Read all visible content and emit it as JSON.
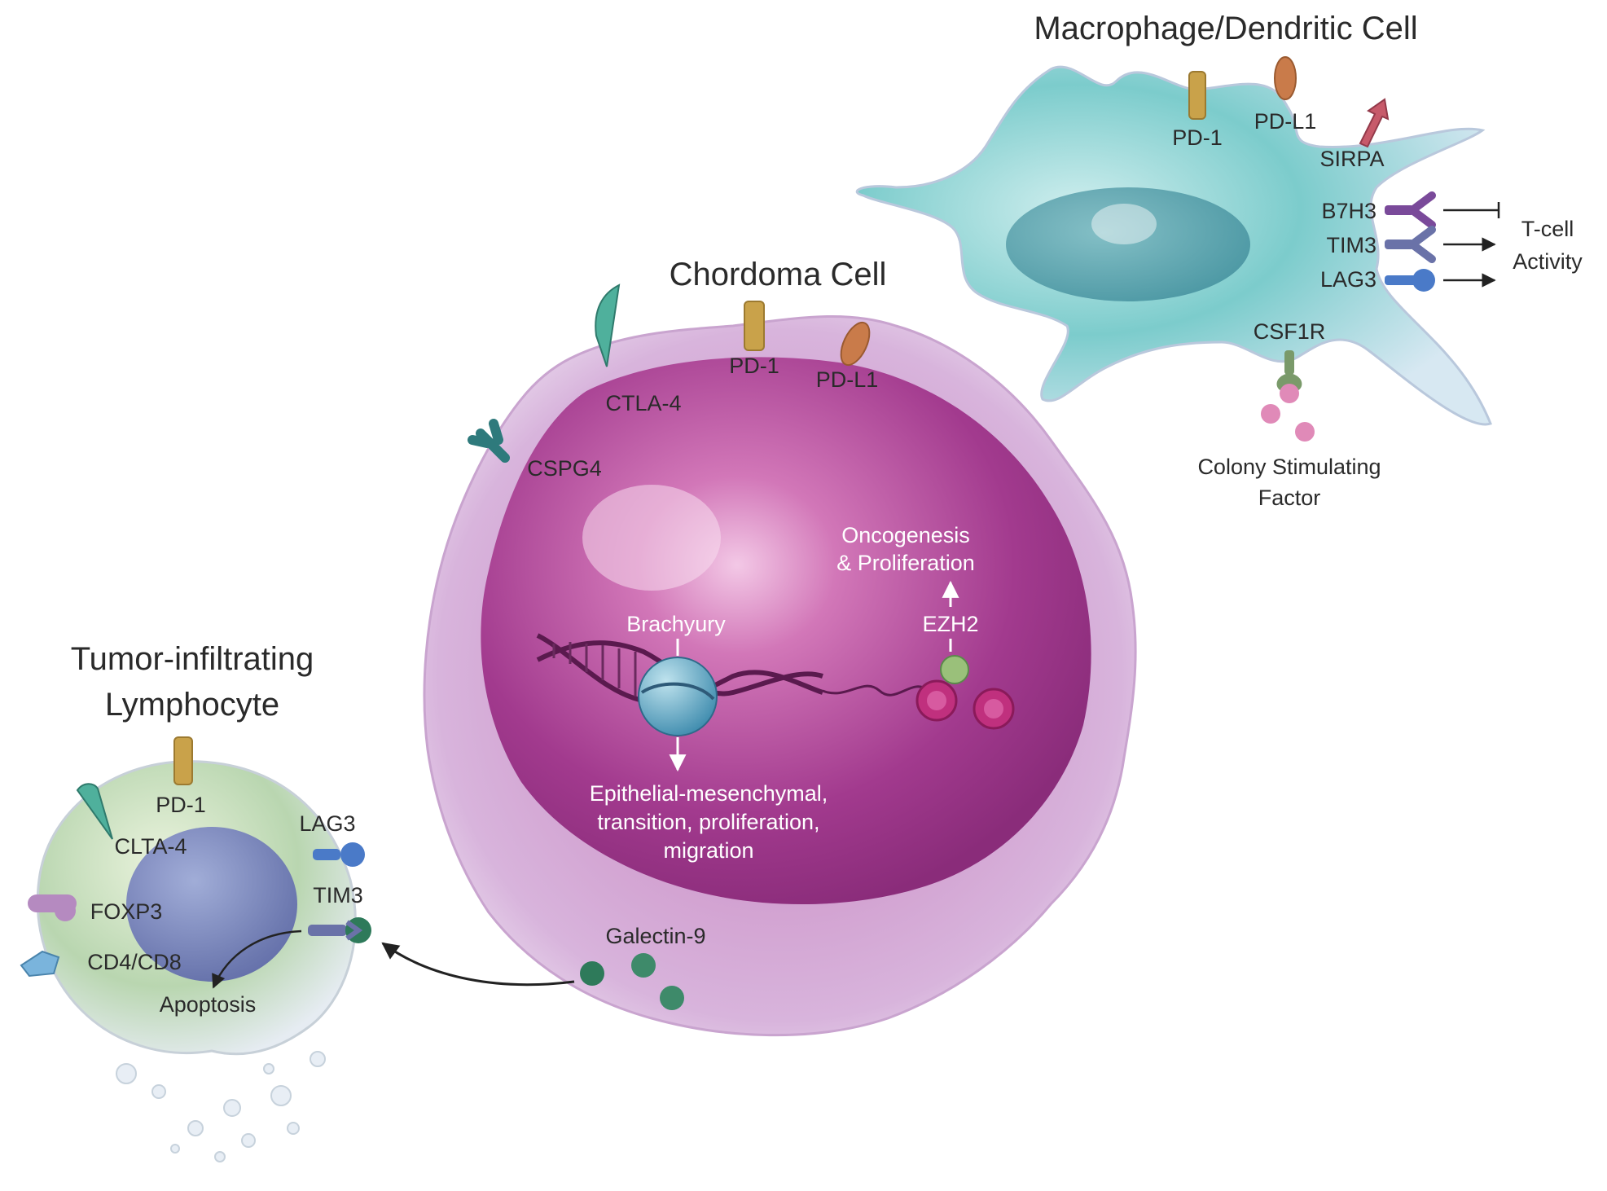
{
  "macrophage": {
    "title": "Macrophage/Dendritic Cell",
    "receptors": {
      "pd1": "PD-1",
      "pdl1": "PD-L1",
      "sirpa": "SIRPA",
      "b7h3": "B7H3",
      "tim3": "TIM3",
      "lag3": "LAG3",
      "csf1r": "CSF1R"
    },
    "tcell_line1": "T-cell",
    "tcell_line2": "Activity",
    "csf_line1": "Colony Stimulating",
    "csf_line2": "Factor"
  },
  "chordoma": {
    "title": "Chordoma Cell",
    "receptors": {
      "ctla4": "CTLA-4",
      "pd1": "PD-1",
      "pdl1": "PD-L1",
      "cspg4": "CSPG4"
    },
    "onco_line1": "Oncogenesis",
    "onco_line2": "& Proliferation",
    "ezh2": "EZH2",
    "brachyury": "Brachyury",
    "emt_line1": "Epithelial-mesenchymal,",
    "emt_line2": "transition, proliferation,",
    "emt_line3": "migration",
    "galectin": "Galectin-9"
  },
  "lymphocyte": {
    "title_line1": "Tumor-infiltrating",
    "title_line2": "Lymphocyte",
    "receptors": {
      "pd1": "PD-1",
      "clta4": "CLTA-4",
      "lag3": "LAG3",
      "tim3": "TIM3",
      "foxp3": "FOXP3",
      "cd4cd8": "CD4/CD8"
    },
    "apoptosis": "Apoptosis"
  },
  "colors": {
    "chordoma_body": "#a23a8e",
    "macrophage_body": "#6fc4c4",
    "lymphocyte_body": "#b8d4b0",
    "pd1": "#c9a24a",
    "pdl1": "#c97b4a",
    "ctla4": "#3e9c8c",
    "b7h3": "#7a4a9a",
    "tim3": "#6a72a8",
    "lag3": "#4a7ac8",
    "galectin": "#2e7a5a",
    "csf": "#e08ab8"
  }
}
